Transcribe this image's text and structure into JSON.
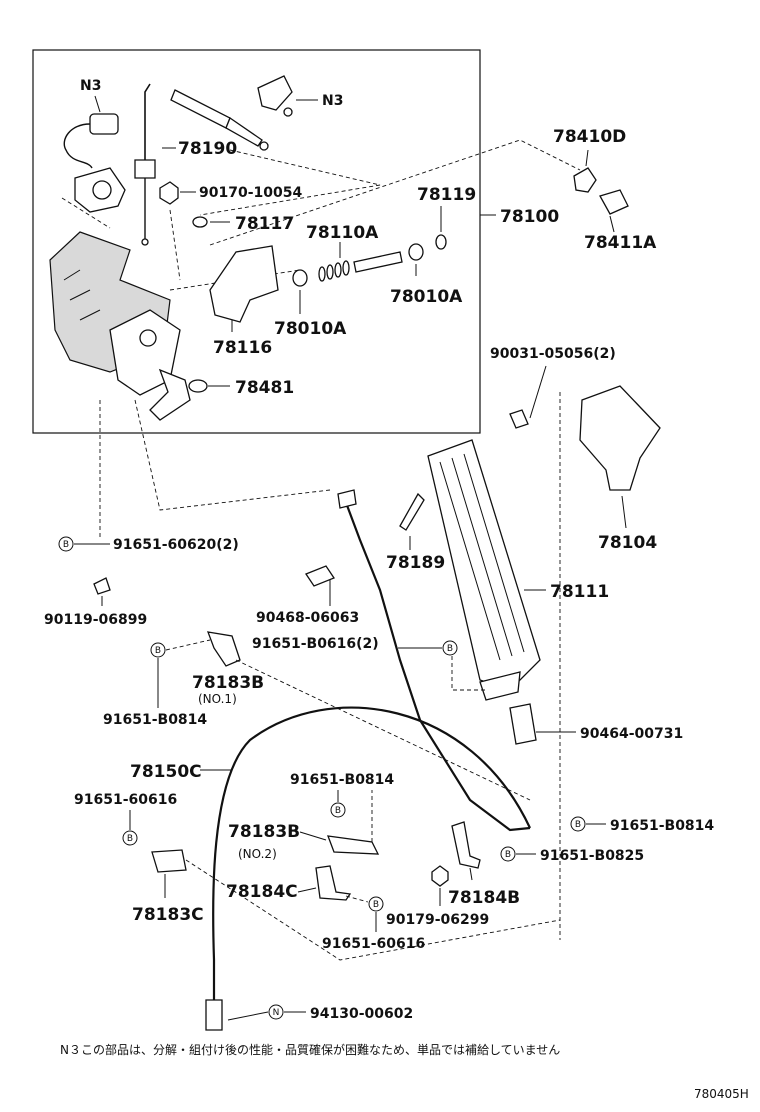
{
  "diagram": {
    "frame_label": "78100",
    "drawing_number": "780405H",
    "note": "N３この部品は、分解・組付け後の性能・品質確保が困難なため、単品では補給していません",
    "parts": {
      "p78190": "78190",
      "p90170": "90170-10054",
      "p78117": "78117",
      "p78110A": "78110A",
      "p78119": "78119",
      "p78010A_r": "78010A",
      "p78010A_l": "78010A",
      "p78116": "78116",
      "p78481": "78481",
      "p78410D": "78410D",
      "p78411A": "78411A",
      "p90031": "90031-05056(2)",
      "p78104": "78104",
      "p91651_60620": "91651-60620(2)",
      "p78189": "78189",
      "p78111": "78111",
      "p90119": "90119-06899",
      "p90468": "90468-06063",
      "p91651_B0616": "91651-B0616(2)",
      "p78183B_1": "78183B",
      "p78183B_1_sub": "(NO.1)",
      "p91651_B0814_a": "91651-B0814",
      "p90464": "90464-00731",
      "p78150C": "78150C",
      "p91651_60616_a": "91651-60616",
      "p91651_B0814_b": "91651-B0814",
      "p78183B_2": "78183B",
      "p78183B_2_sub": "(NO.2)",
      "p91651_B0814_c": "91651-B0814",
      "p91651_B0825": "91651-B0825",
      "p78183C": "78183C",
      "p78184C": "78184C",
      "p78184B": "78184B",
      "p90179": "90179-06299",
      "p91651_60616_b": "91651-60616",
      "p94130": "94130-00602"
    },
    "n3_tags": {
      "left": "N3",
      "right": "N3"
    },
    "markers": {
      "b": "B",
      "n": "N"
    }
  }
}
